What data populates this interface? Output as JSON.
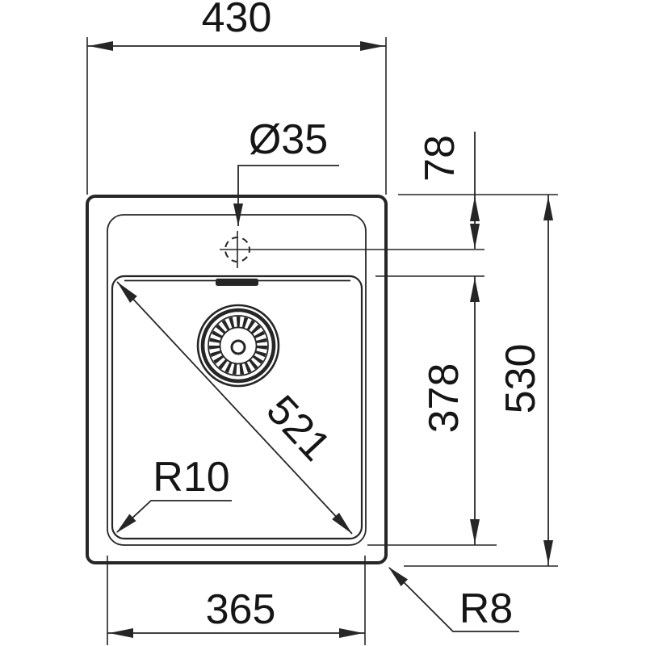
{
  "drawing": {
    "title": "Sink installation dimension drawing (top view)",
    "labels": {
      "overall_width": "430",
      "faucet_hole_diameter": "Ø35",
      "deck_to_bowl": "78",
      "bowl_front_to_back": "378",
      "overall_depth": "530",
      "bowl_diagonal": "521",
      "bowl_corner_radius": "R10",
      "bowl_width": "365",
      "outer_corner_radius": "R8"
    },
    "colors": {
      "line": "#262626",
      "text": "#151515",
      "background": "#ffffff"
    }
  }
}
